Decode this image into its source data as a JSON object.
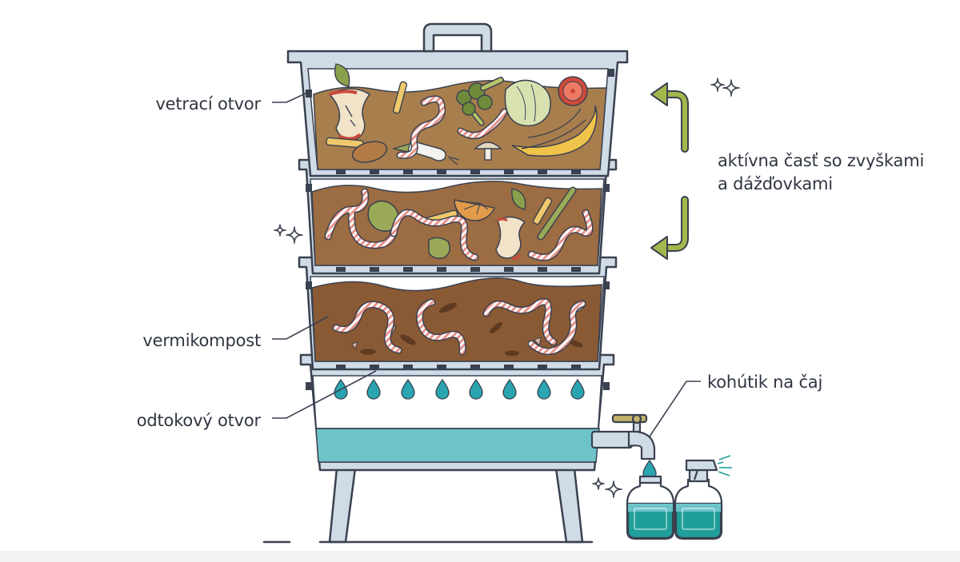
{
  "labels": {
    "vent": "vetrací otvor",
    "vermicompost": "vermikompost",
    "drain": "odtokový otvor",
    "tap": "kohútik na čaj",
    "active_line1": "aktívna časť so zvyškami",
    "active_line2": "a dážďovkami"
  },
  "colors": {
    "outline": "#3a4150",
    "frame": "#cfdbe6",
    "soil_top": "#a97e4d",
    "soil_mid": "#9c6c42",
    "soil_bottom": "#8a5a35",
    "liquid": "#6ec3c9",
    "arrow": "#a2b84c",
    "worm": "#e8928a"
  },
  "icons": [
    "apple-core-icon",
    "leaf-icon",
    "fries-icon",
    "broccoli-icon",
    "lettuce-icon",
    "tomato-icon",
    "banana-peel-icon",
    "potato-icon",
    "leek-icon",
    "mushroom-icon",
    "orange-slice-icon",
    "asparagus-icon",
    "worm-icon",
    "drop-icon",
    "tap-icon",
    "spray-bottle-icon",
    "bottle-icon",
    "sparkle-icon",
    "arrow-icon"
  ]
}
